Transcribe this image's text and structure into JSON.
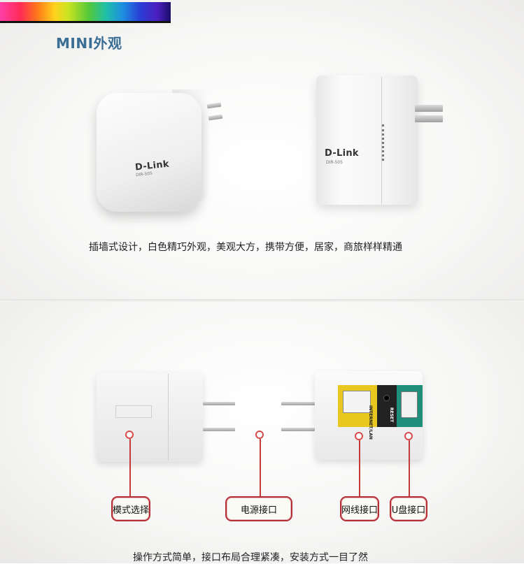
{
  "header": {
    "title": "MINI外观"
  },
  "section1": {
    "caption": "插墙式设计，白色精巧外观，美观大方，携带方便，居家，商旅样样精通",
    "devices": {
      "left_brand": "D-Link",
      "left_model": "DIR-505",
      "right_brand": "D-Link",
      "right_model": "DIR-505"
    }
  },
  "section2": {
    "caption": "操作方式简单，接口布局合理紧凑，安装方式一目了然",
    "port_labels": {
      "internet": "INTERNET/LAN",
      "reset": "RESET"
    },
    "callouts": [
      {
        "label": "模式选择"
      },
      {
        "label": "电源接口"
      },
      {
        "label": "网线接口"
      },
      {
        "label": "U盘接口"
      }
    ]
  },
  "colors": {
    "title": "#3a6e95",
    "callout_border": "#b62f36",
    "marker": "#d84b4b",
    "port_yellow": "#e8c81e",
    "port_teal": "#1f8f7c"
  }
}
